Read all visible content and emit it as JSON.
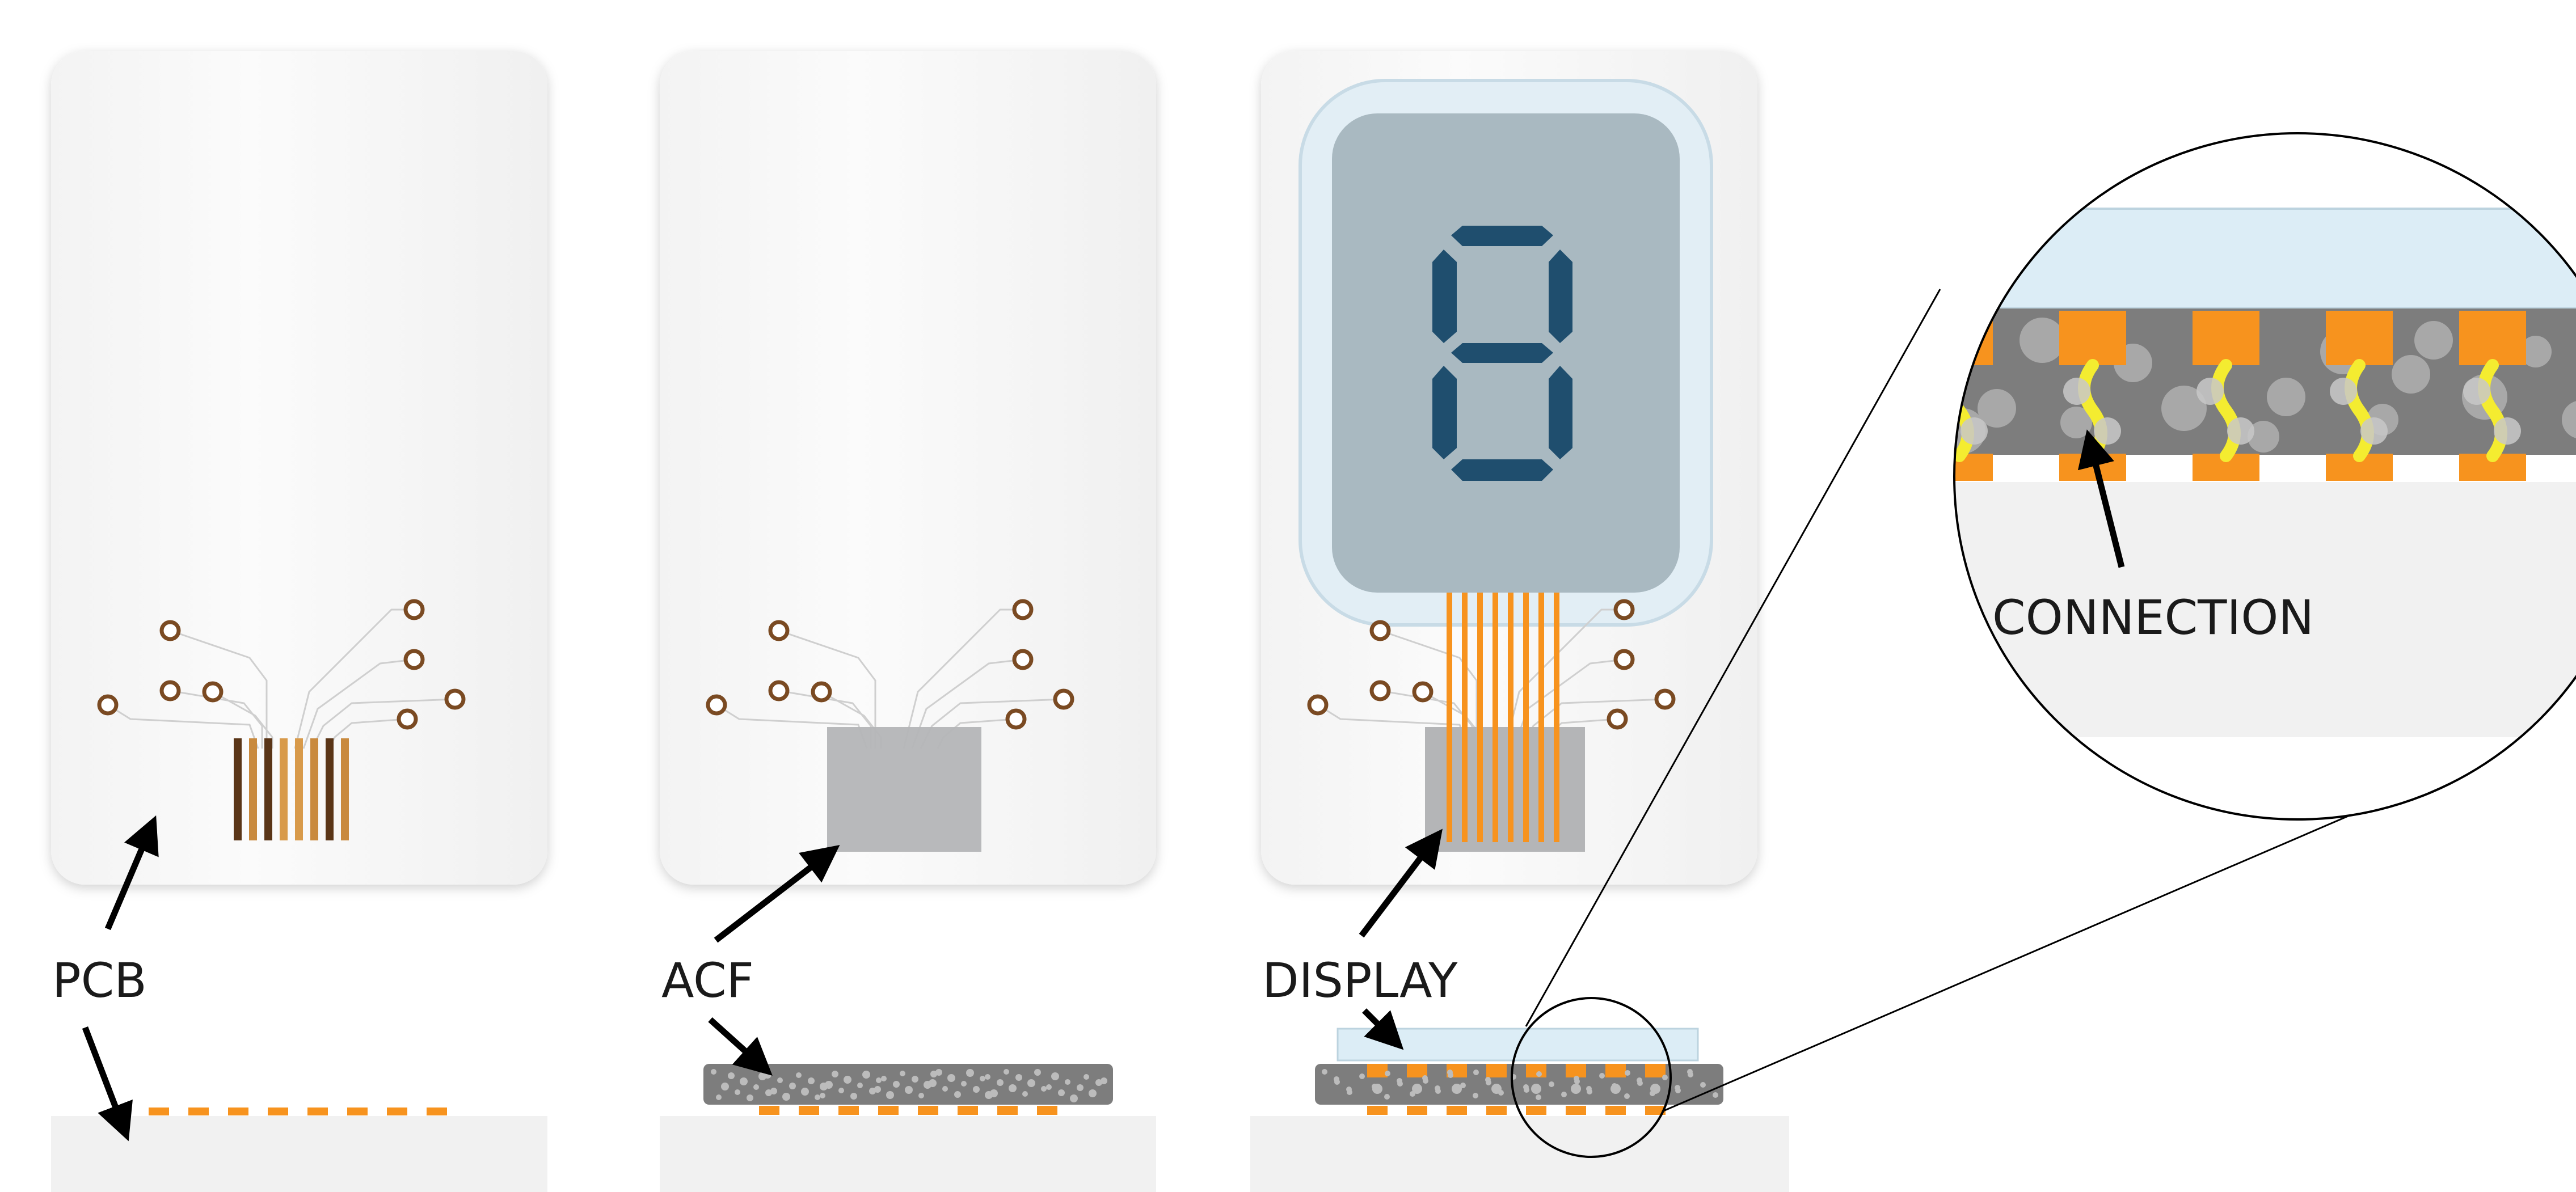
{
  "labels": {
    "pcb": "PCB",
    "acf": "ACF",
    "display": "DISPLAY",
    "connection": "CONNECTION"
  },
  "colors": {
    "card": "#f4f4f4",
    "pcb_base": "#f1f1f1",
    "via": "#7a4a22",
    "copper_dark": "#5a3517",
    "copper_light": "#c98a3e",
    "acf": "#7d7d7d",
    "acf_particle": "#bcbcbc",
    "pad_orange": "#f7931e",
    "glass": "#dcedf6",
    "screen": "#a9b9c1",
    "segment": "#1f4e6e",
    "connection_yellow": "#f4ec30"
  },
  "display_digit": "8",
  "icons": [
    "arrow-icon",
    "via-icon",
    "seven-segment-icon",
    "magnifier-icon"
  ]
}
